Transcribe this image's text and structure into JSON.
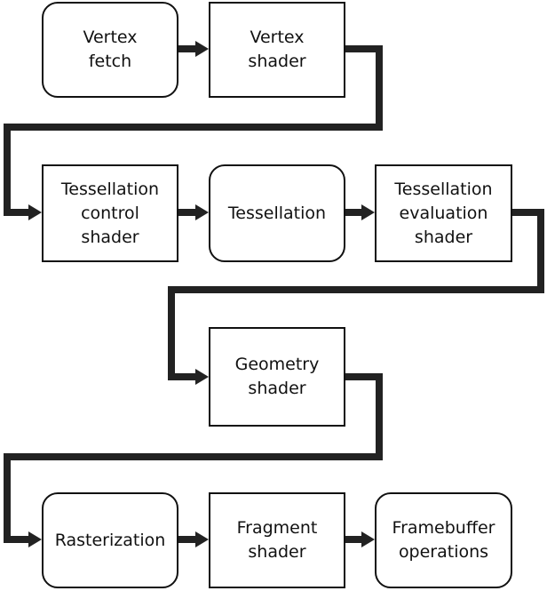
{
  "diagram": {
    "nodes": [
      {
        "id": "vertex-fetch",
        "label": "Vertex\nfetch",
        "rounded": true
      },
      {
        "id": "vertex-shader",
        "label": "Vertex\nshader",
        "rounded": false
      },
      {
        "id": "tessellation-control-shader",
        "label": "Tessellation\ncontrol\nshader",
        "rounded": false
      },
      {
        "id": "tessellation",
        "label": "Tessellation",
        "rounded": true
      },
      {
        "id": "tessellation-evaluation-shader",
        "label": "Tessellation\nevaluation\nshader",
        "rounded": false
      },
      {
        "id": "geometry-shader",
        "label": "Geometry\nshader",
        "rounded": false
      },
      {
        "id": "rasterization",
        "label": "Rasterization",
        "rounded": true
      },
      {
        "id": "fragment-shader",
        "label": "Fragment\nshader",
        "rounded": false
      },
      {
        "id": "framebuffer-operations",
        "label": "Framebuffer\noperations",
        "rounded": true
      }
    ],
    "edges": [
      {
        "from": "vertex-fetch",
        "to": "vertex-shader"
      },
      {
        "from": "vertex-shader",
        "to": "tessellation-control-shader"
      },
      {
        "from": "tessellation-control-shader",
        "to": "tessellation"
      },
      {
        "from": "tessellation",
        "to": "tessellation-evaluation-shader"
      },
      {
        "from": "tessellation-evaluation-shader",
        "to": "geometry-shader"
      },
      {
        "from": "geometry-shader",
        "to": "rasterization"
      },
      {
        "from": "rasterization",
        "to": "fragment-shader"
      },
      {
        "from": "fragment-shader",
        "to": "framebuffer-operations"
      }
    ]
  }
}
